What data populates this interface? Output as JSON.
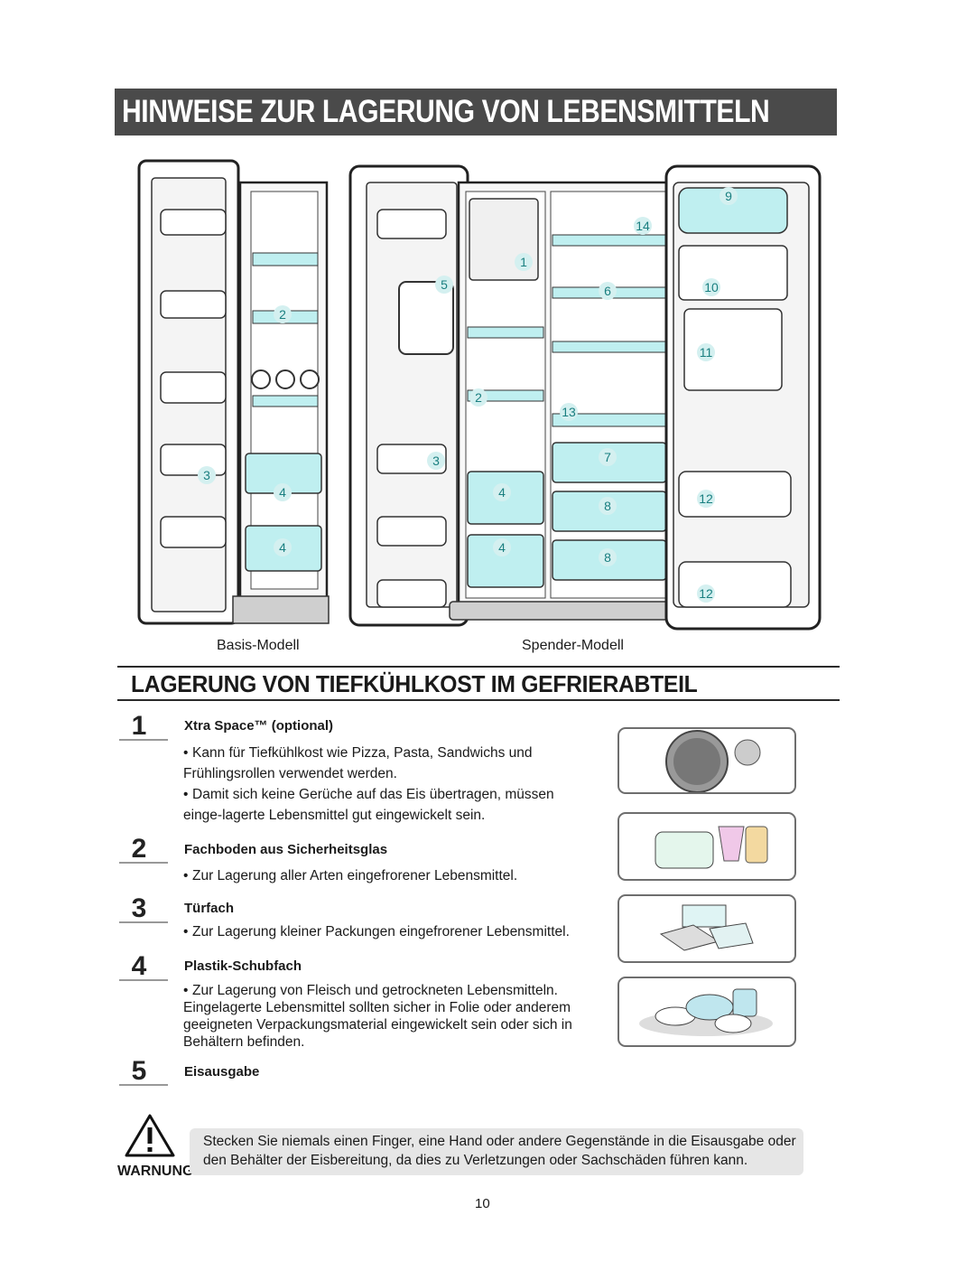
{
  "header": {
    "title": "HINWEISE ZUR LAGERUNG VON LEBENSMITTELN"
  },
  "figure": {
    "captions": [
      "Basis-Modell",
      "Spender-Modell"
    ],
    "callouts": [
      "1",
      "2",
      "3",
      "4",
      "5",
      "6",
      "7",
      "8",
      "9",
      "10",
      "11",
      "12",
      "13",
      "14"
    ]
  },
  "section": {
    "title": "LAGERUNG VON TIEFKÜHLKOST IM GEFRIERABTEIL"
  },
  "items": [
    {
      "number": "1",
      "title": "Xtra Space™ (optional)",
      "bullets": [
        "Kann für Tiefkühlkost wie Pizza, Pasta, Sandwichs und Frühlingsrollen verwendet werden.",
        "Damit sich keine Gerüche auf das Eis übertragen, müssen einge-lagerte Lebensmittel gut eingewickelt sein."
      ]
    },
    {
      "number": "2",
      "title": "Fachboden aus Sicherheitsglas",
      "bullets": [
        "Zur Lagerung aller Arten eingefrorener Lebensmittel."
      ]
    },
    {
      "number": "3",
      "title": "Türfach",
      "bullets": [
        "Zur Lagerung kleiner Packungen eingefrorener Lebensmittel."
      ]
    },
    {
      "number": "4",
      "title": "Plastik-Schubfach",
      "bullets": [
        "Zur Lagerung von Fleisch und getrockneten Lebensmitteln. Eingelagerte Lebensmittel sollten sicher in Folie oder anderem geeigneten Verpackungsmaterial eingewickelt sein oder sich in Behältern befinden."
      ]
    },
    {
      "number": "5",
      "title": "Eisausgabe",
      "bullets": []
    }
  ],
  "warning": {
    "label": "WARNUNG",
    "text": "Stecken Sie niemals einen Finger, eine Hand oder andere Gegenstände in die Eisausgabe oder den Behälter der Eisbereitung, da dies zu Verletzungen oder Sachschäden führen kann."
  },
  "page_number": "10",
  "colors": {
    "banner": "#4a4a4a",
    "shelf_glass": "#bfeff0",
    "callout": "#1a7f80"
  }
}
